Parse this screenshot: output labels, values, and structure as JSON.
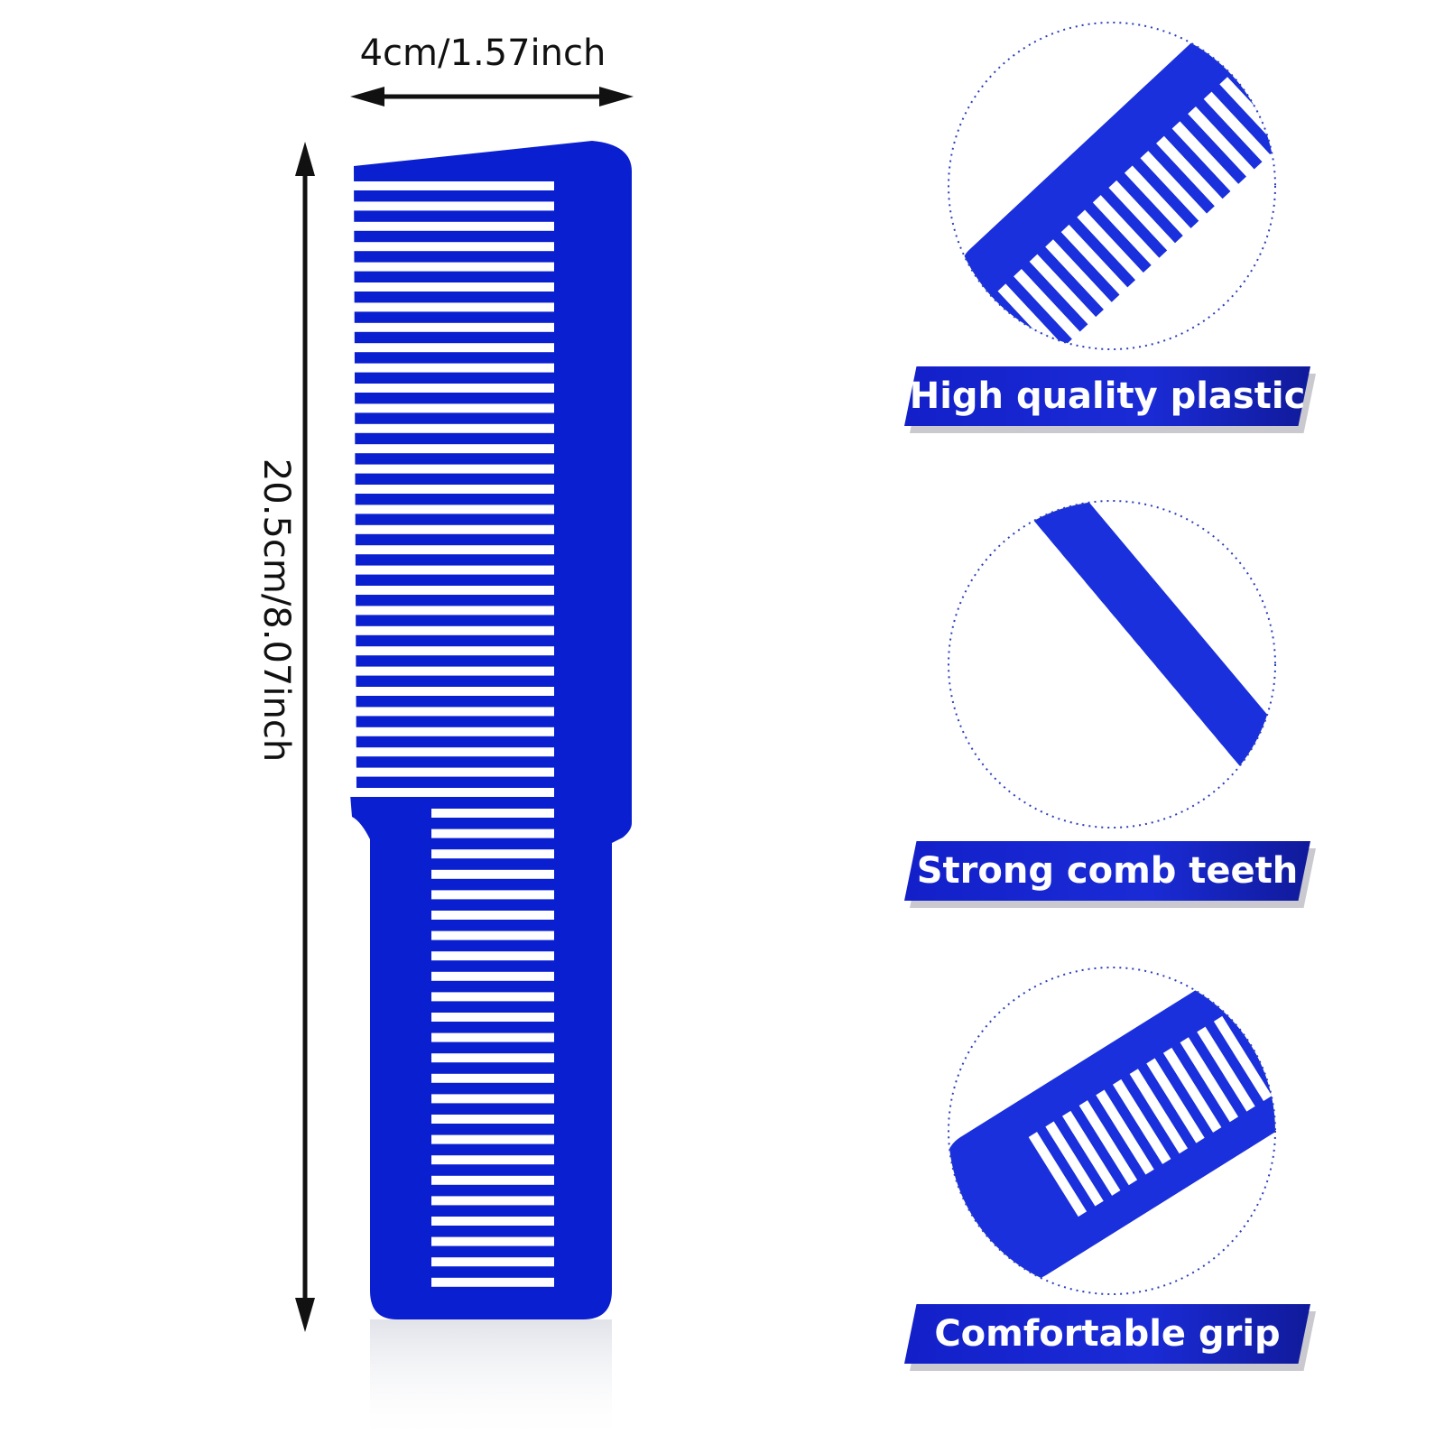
{
  "dimensions": {
    "width_label": "4cm/1.57inch",
    "height_label": "20.5cm/8.07inch"
  },
  "features": [
    {
      "label": "High quality plastic"
    },
    {
      "label": "Strong comb teeth"
    },
    {
      "label": "Comfortable grip"
    }
  ],
  "colors": {
    "comb_blue": "#0a1fd0",
    "banner_blue": "#1a2bd6",
    "circle_dots": "#2b3fb8"
  }
}
